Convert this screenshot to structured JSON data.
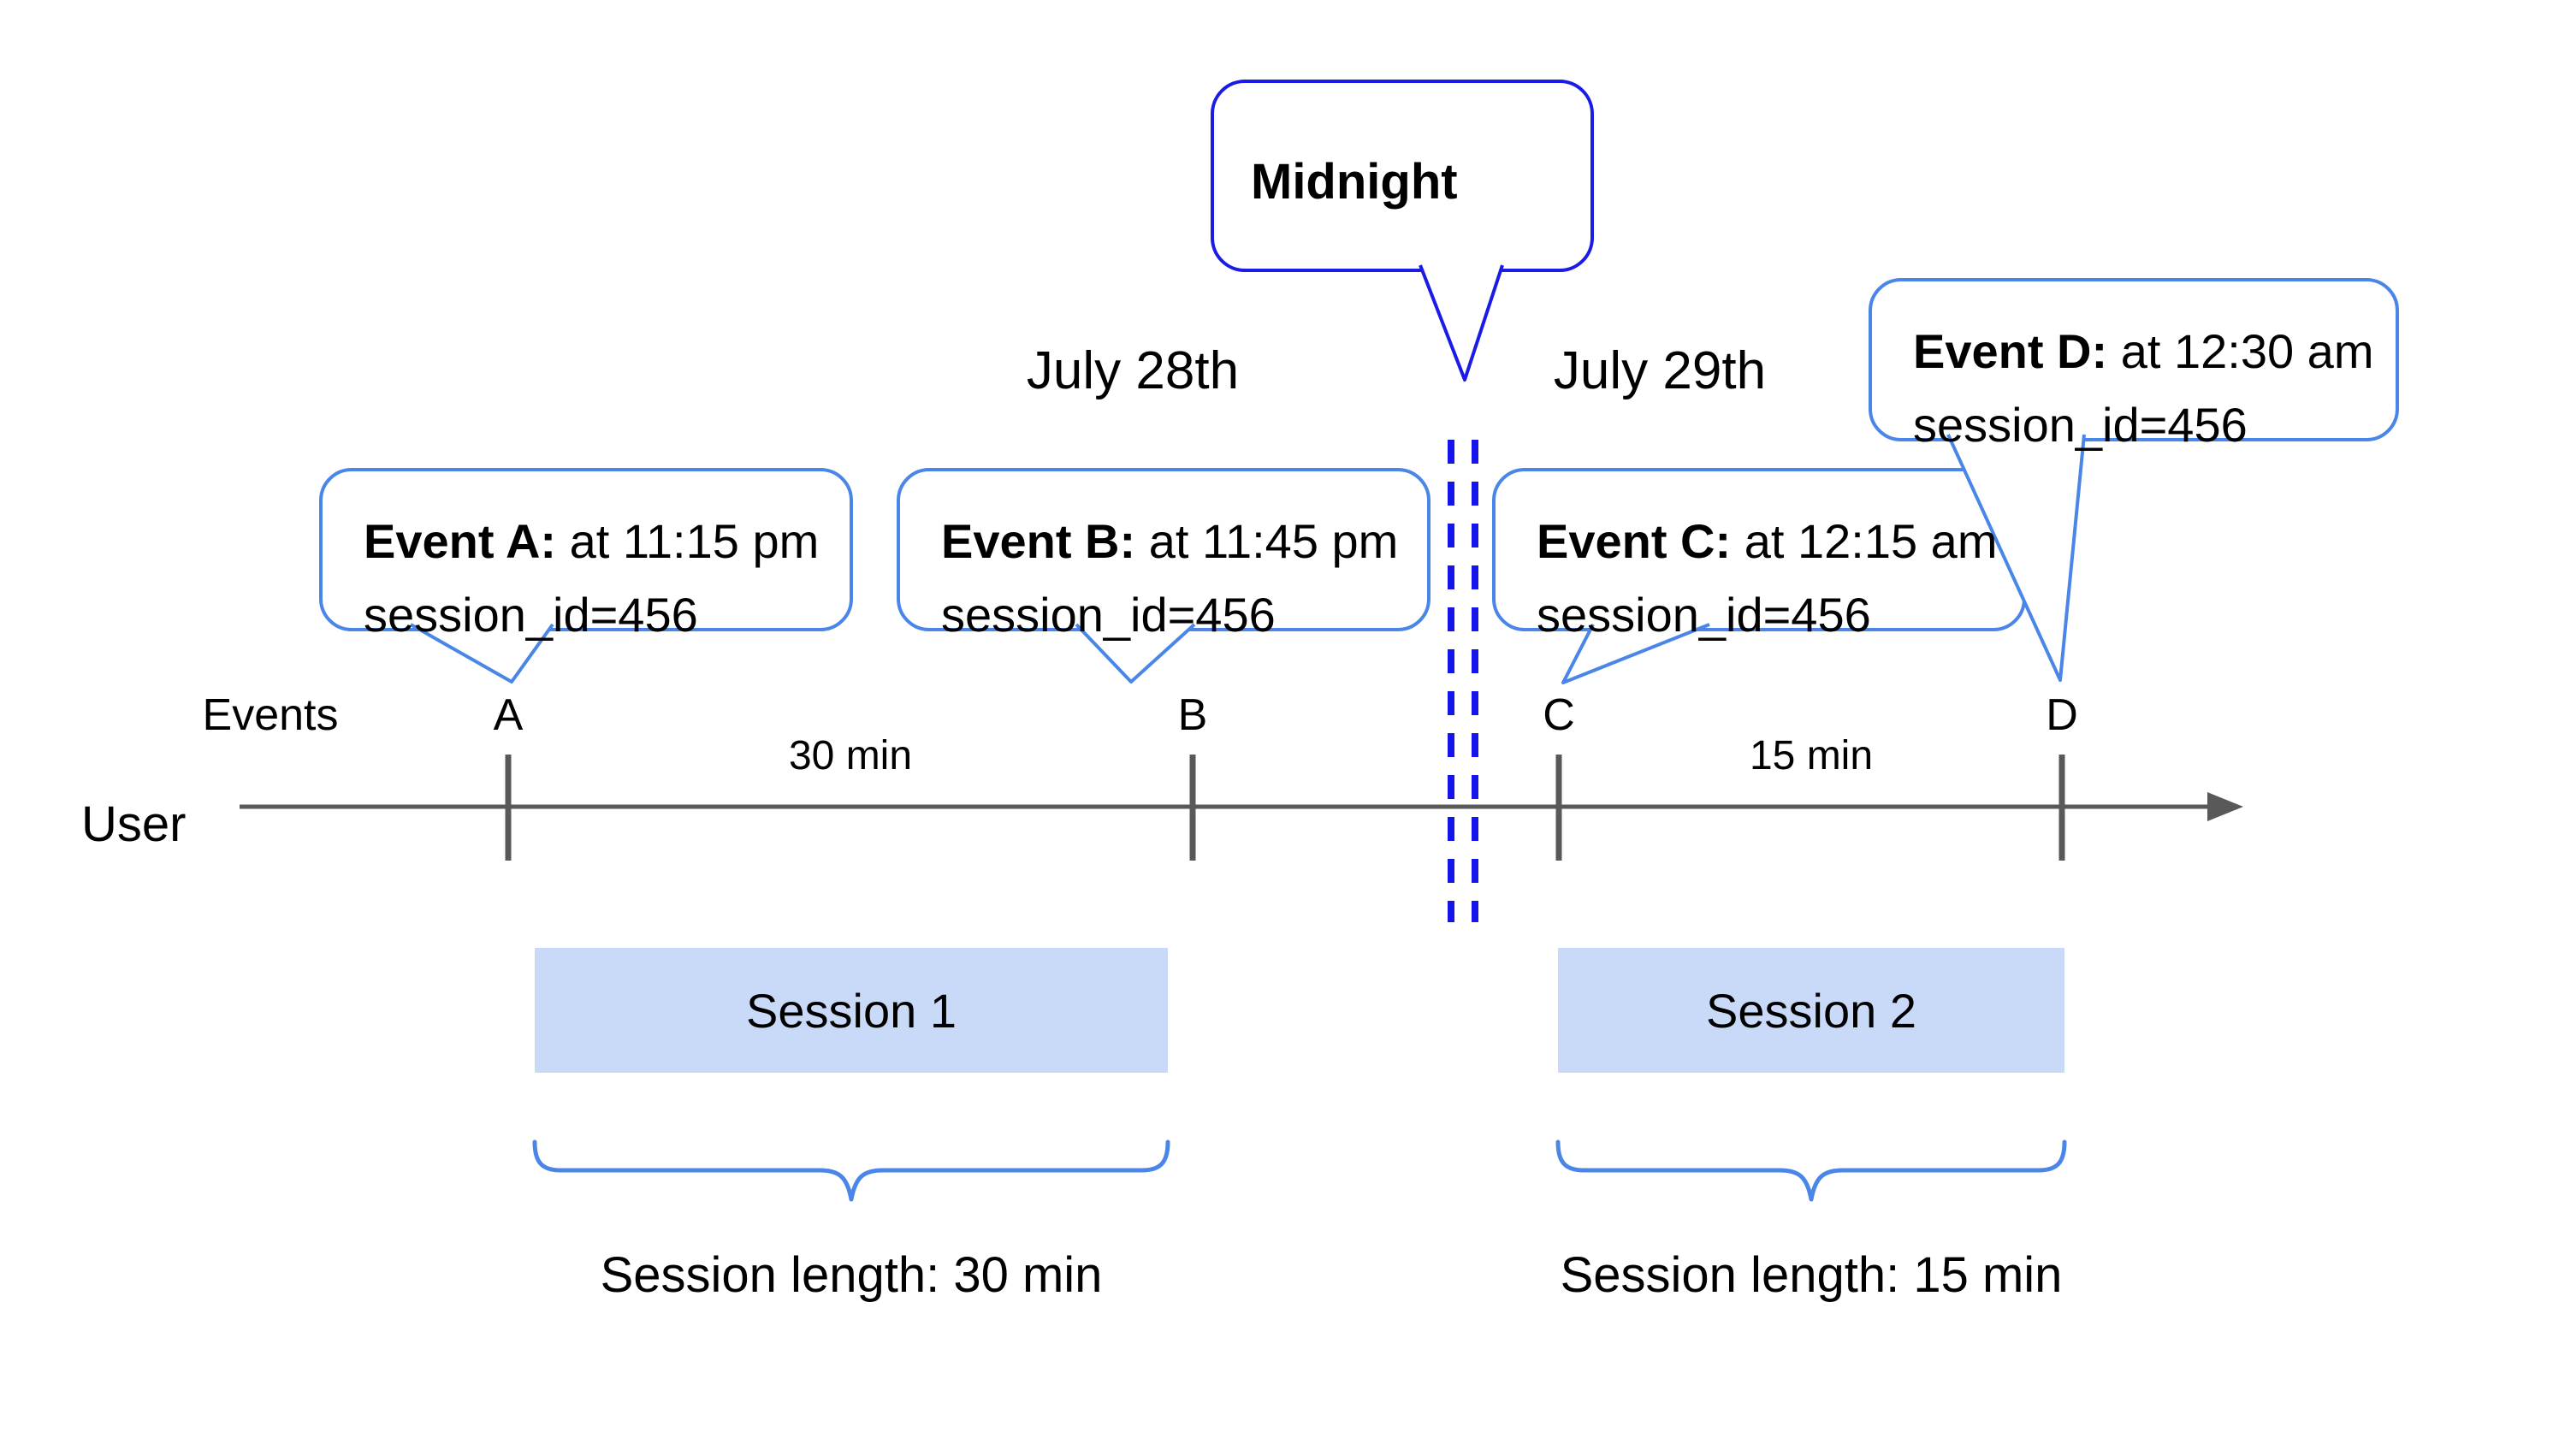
{
  "colors": {
    "accent-blue": "#4a86e8",
    "midnight-blue": "#1b1be6",
    "dash-blue": "#1414eb",
    "session-fill": "#c9daf8",
    "line-gray": "#595959",
    "text-color": "#000000"
  },
  "midnight": {
    "label": "Midnight"
  },
  "dates": {
    "left": "July 28th",
    "right": "July 29th"
  },
  "axis": {
    "events_label": "Events",
    "user_label": "User"
  },
  "intervals": {
    "ab": "30 min",
    "cd": "15 min"
  },
  "events": [
    {
      "letter": "A",
      "label": "Event A:",
      "time": " at 11:15 pm",
      "session": "session_id=456"
    },
    {
      "letter": "B",
      "label": "Event B:",
      "time": " at 11:45 pm",
      "session": "session_id=456"
    },
    {
      "letter": "C",
      "label": "Event C:",
      "time": " at 12:15 am",
      "session": "session_id=456"
    },
    {
      "letter": "D",
      "label": "Event D:",
      "time": " at 12:30 am",
      "session": "session_id=456"
    }
  ],
  "sessions": [
    {
      "name": "Session 1",
      "length": "Session length: 30 min"
    },
    {
      "name": "Session 2",
      "length": "Session length: 15 min"
    }
  ]
}
